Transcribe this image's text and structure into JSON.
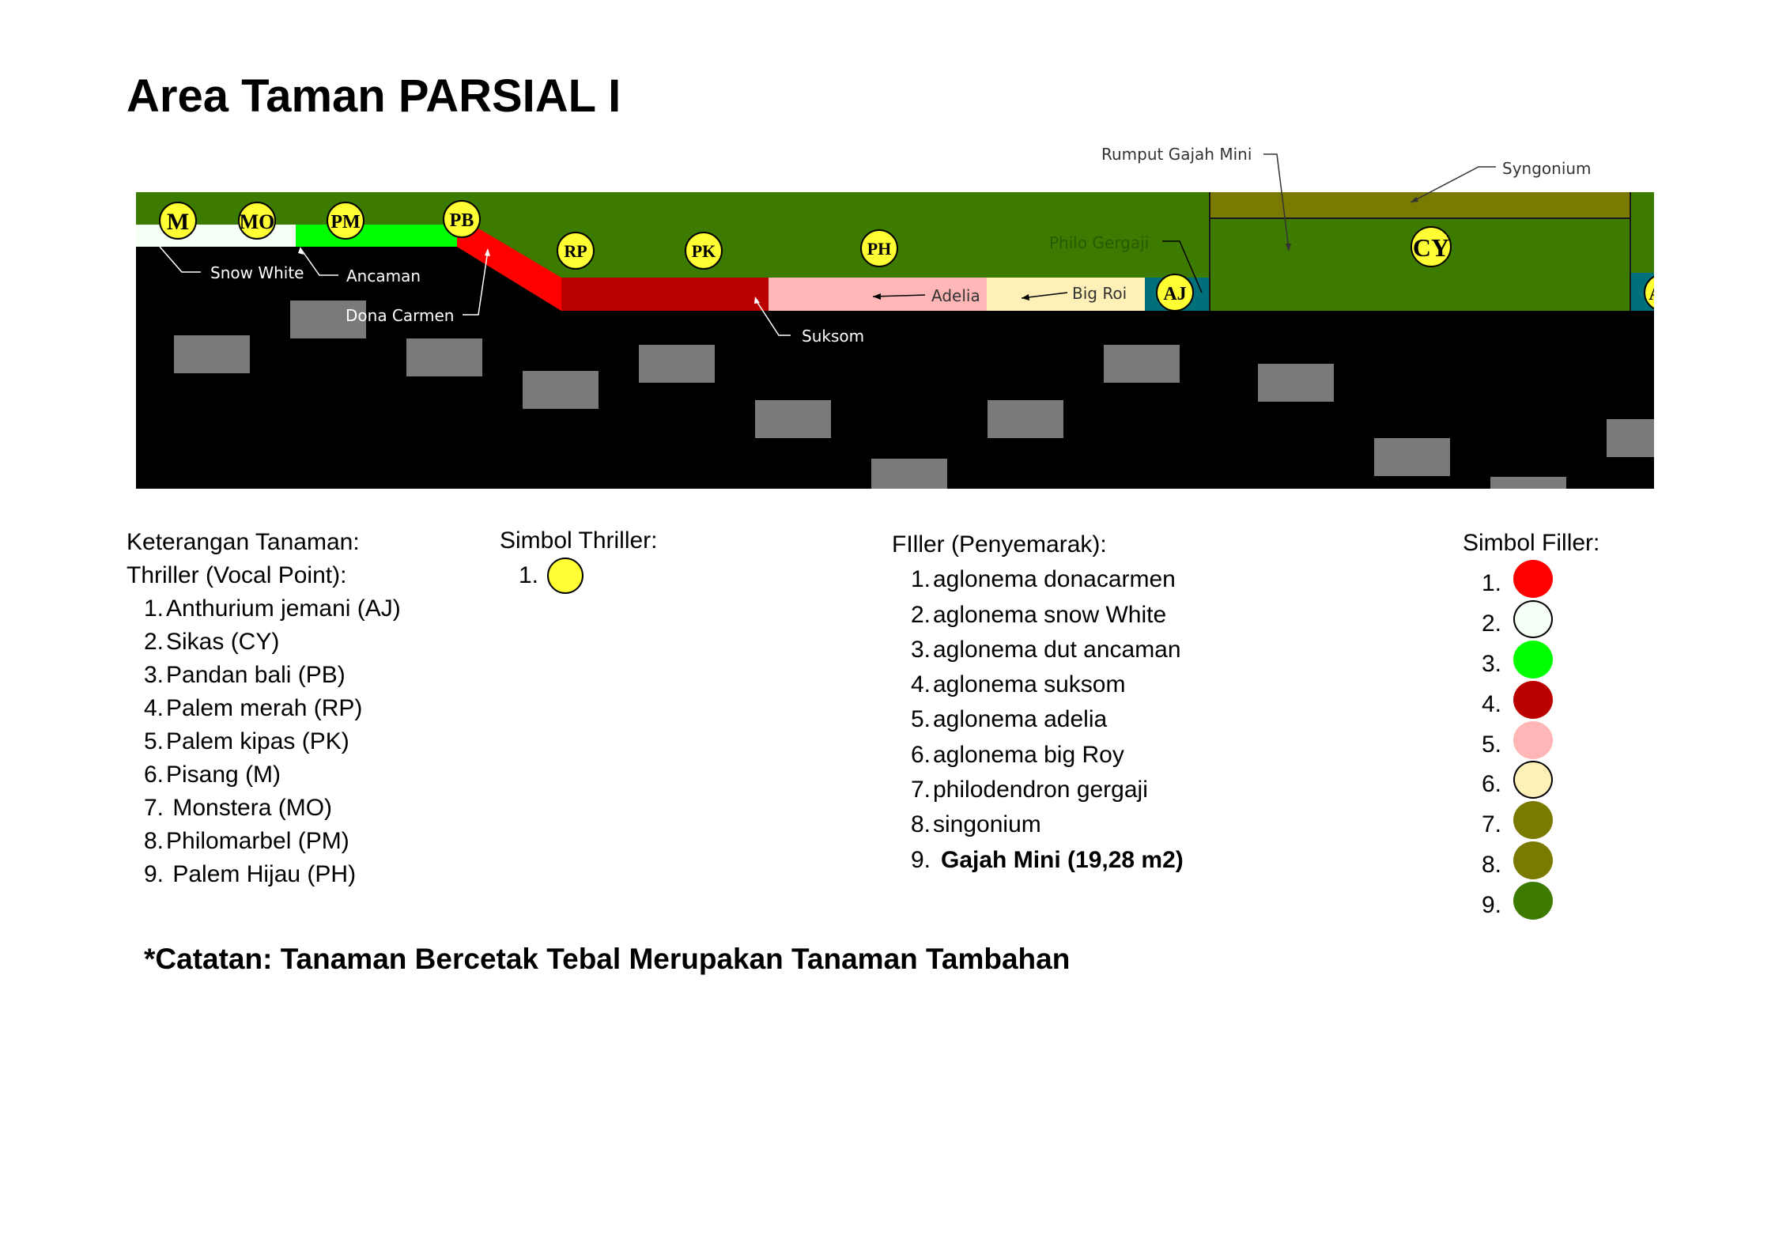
{
  "title": "Area Taman PARSIAL I",
  "diagram": {
    "symbols": [
      "M",
      "MO",
      "PM",
      "PB",
      "RP",
      "PK",
      "PH",
      "AJ",
      "CY",
      "A"
    ],
    "labels": {
      "snow_white": "Snow White",
      "ancaman": "Ancaman",
      "dona_carmen": "Dona Carmen",
      "suksom": "Suksom",
      "adelia": "Adelia",
      "big_roi": "Big Roi",
      "philo_gergaji": "Philo Gergaji",
      "rumput_gajah_mini": "Rumput Gajah Mini",
      "syngonium": "Syngonium"
    }
  },
  "plants": {
    "heading": "Keterangan Tanaman:",
    "subheading": "Thriller (Vocal Point):",
    "items": [
      {
        "n": "1.",
        "label": "Anthurium jemani (AJ)"
      },
      {
        "n": "2.",
        "label": "Sikas (CY)"
      },
      {
        "n": "3.",
        "label": "Pandan bali (PB)"
      },
      {
        "n": "4.",
        "label": "Palem merah (RP)"
      },
      {
        "n": "5.",
        "label": "Palem kipas (PK)"
      },
      {
        "n": "6.",
        "label": "Pisang (M)"
      },
      {
        "n": "7.",
        "label": " Monstera (MO)"
      },
      {
        "n": "8.",
        "label": "Philomarbel (PM)"
      },
      {
        "n": "9.",
        "label": " Palem Hijau (PH)"
      }
    ]
  },
  "thriller_symbol": {
    "heading": "Simbol Thriller:",
    "items": [
      {
        "n": "1.",
        "color": "#ffff33"
      }
    ]
  },
  "filler": {
    "heading": "FIller (Penyemarak):",
    "items": [
      {
        "n": "1.",
        "label": "aglonema donacarmen"
      },
      {
        "n": "2.",
        "label": "aglonema snow White"
      },
      {
        "n": "3.",
        "label": "aglonema dut ancaman"
      },
      {
        "n": "4.",
        "label": "aglonema suksom"
      },
      {
        "n": "5.",
        "label": "aglonema adelia"
      },
      {
        "n": "6.",
        "label": "aglonema big Roy"
      },
      {
        "n": "7.",
        "label": "philodendron gergaji"
      },
      {
        "n": "8.",
        "label": "singonium"
      },
      {
        "n": "9.",
        "label": "Gajah Mini (19,28 m2)",
        "bold": true
      }
    ]
  },
  "filler_symbol": {
    "heading": "Simbol Filler:",
    "items": [
      {
        "n": "1.",
        "color": "#ff0000"
      },
      {
        "n": "2.",
        "color": "#f5fff5",
        "outlined": true
      },
      {
        "n": "3.",
        "color": "#00ff00"
      },
      {
        "n": "4.",
        "color": "#bb0000"
      },
      {
        "n": "5.",
        "color": "#ffb6b6"
      },
      {
        "n": "6.",
        "color": "#fff0b8",
        "outlined": true
      },
      {
        "n": "7.",
        "color": "#7a7a00"
      },
      {
        "n": "8.",
        "color": "#7a7a00"
      },
      {
        "n": "9.",
        "color": "#3d7a00"
      }
    ]
  },
  "note": "*Catatan: Tanaman Bercetak Tebal Merupakan Tanaman Tambahan",
  "colors": {
    "grass": "#3d7a00",
    "syngonium": "#7a7a00",
    "snow_white": "#f5fff5",
    "ancaman": "#00ff00",
    "dona_carmen": "#ff0000",
    "suksom": "#bb0000",
    "adelia": "#ffb6b6",
    "big_roi": "#fff0b8",
    "anthurium": "#00707a",
    "thriller": "#ffff33",
    "ground": "#000000",
    "stone": "#7a7a7a"
  }
}
